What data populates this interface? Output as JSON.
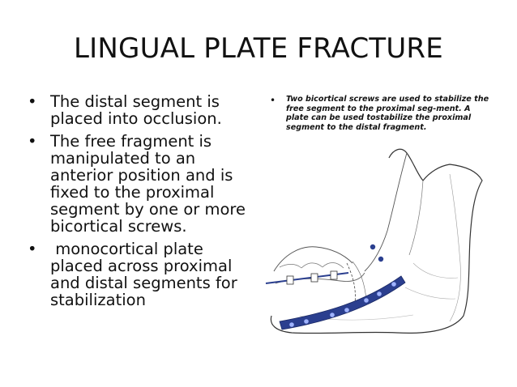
{
  "slide": {
    "title": "LINGUAL PLATE FRACTURE",
    "bullets": [
      "The distal segment is placed into occlusion.",
      "The free fragment is manipulated to an anterior position and is fixed to the proximal segment by one or more bicortical screws.",
      " monocortical plate placed across proximal and distal segments for stabilization"
    ],
    "bullet_glyph": "•",
    "note": "Two bicortical screws are used to stabilize the free segment to the proximal seg-ment. A plate can be used tostabilize the proximal segment to the distal fragment.",
    "plate_color": "#2b3f8f"
  }
}
